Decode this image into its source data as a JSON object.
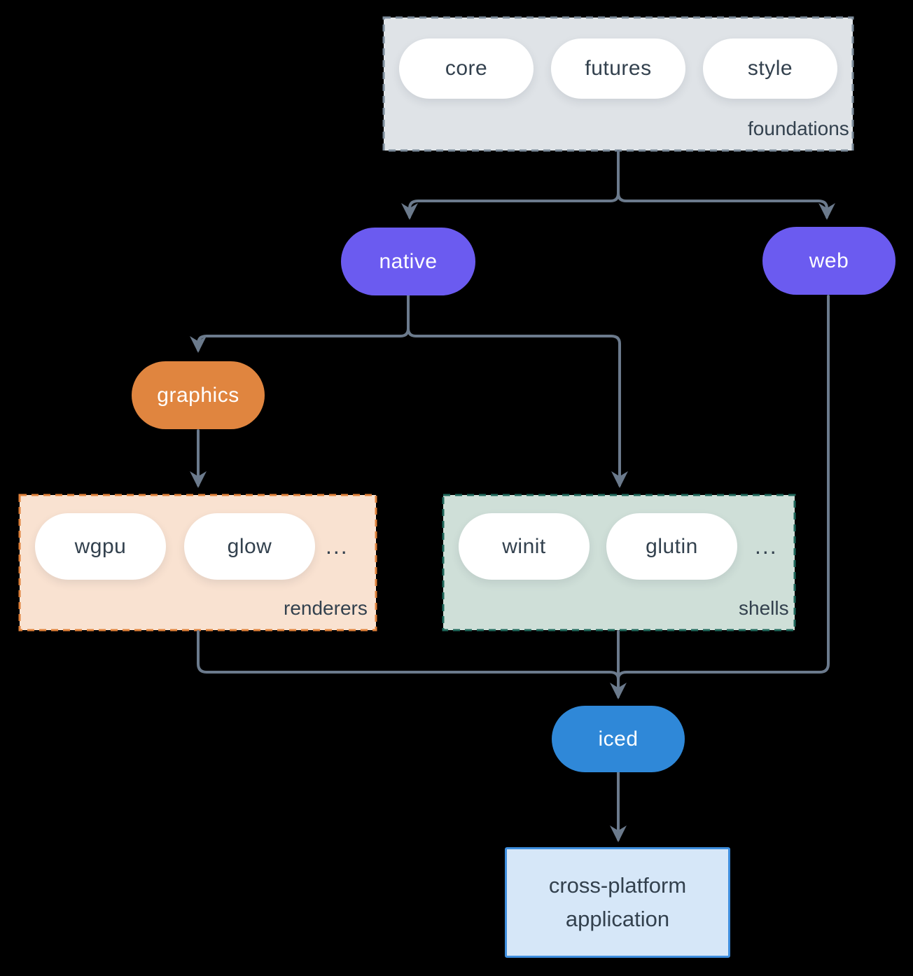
{
  "colors": {
    "background": "#000000",
    "connector": "#6B7A8C",
    "text_dark": "#33414E",
    "text_light": "#FFFFFF",
    "pill_white": "#FFFFFF",
    "foundations_fill": "#DFE3E7",
    "foundations_border": "#7B8B9A",
    "renderers_fill": "#F9E2D1",
    "renderers_border": "#E0813A",
    "shells_fill": "#CFDFD8",
    "shells_border": "#20695C",
    "native_fill": "#6B5BF0",
    "web_fill": "#6B5BF0",
    "graphics_fill": "#E0853F",
    "iced_fill": "#2F88D8",
    "app_fill": "#D6E7F8",
    "app_border": "#3E8EDE"
  },
  "groups": {
    "foundations": {
      "label": "foundations",
      "items": [
        "core",
        "futures",
        "style"
      ]
    },
    "renderers": {
      "label": "renderers",
      "items": [
        "wgpu",
        "glow",
        "..."
      ]
    },
    "shells": {
      "label": "shells",
      "items": [
        "winit",
        "glutin",
        "..."
      ]
    }
  },
  "nodes": {
    "native": "native",
    "web": "web",
    "graphics": "graphics",
    "iced": "iced",
    "app": "cross-platform application"
  }
}
